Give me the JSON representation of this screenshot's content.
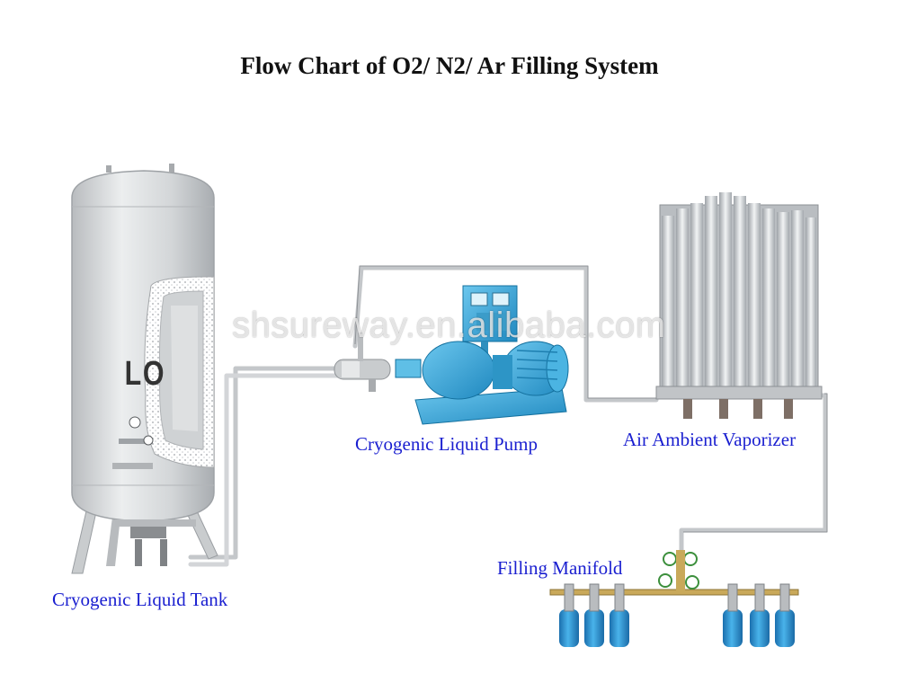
{
  "title": "Flow Chart of O2/ N2/ Ar Filling System",
  "labels": {
    "tank": "Cryogenic Liquid Tank",
    "pump": "Cryogenic Liquid Pump",
    "vaporizer": "Air Ambient Vaporizer",
    "manifold": "Filling Manifold"
  },
  "tank_marking": "LO",
  "watermark": "shsureway.en.alibaba.com",
  "colors": {
    "label": "#1a1fd0",
    "pipe": "#c4c7ca",
    "pump": "#3ba7d6",
    "cylinder": "#2e8fd0",
    "tank": "#d9dbdc"
  }
}
